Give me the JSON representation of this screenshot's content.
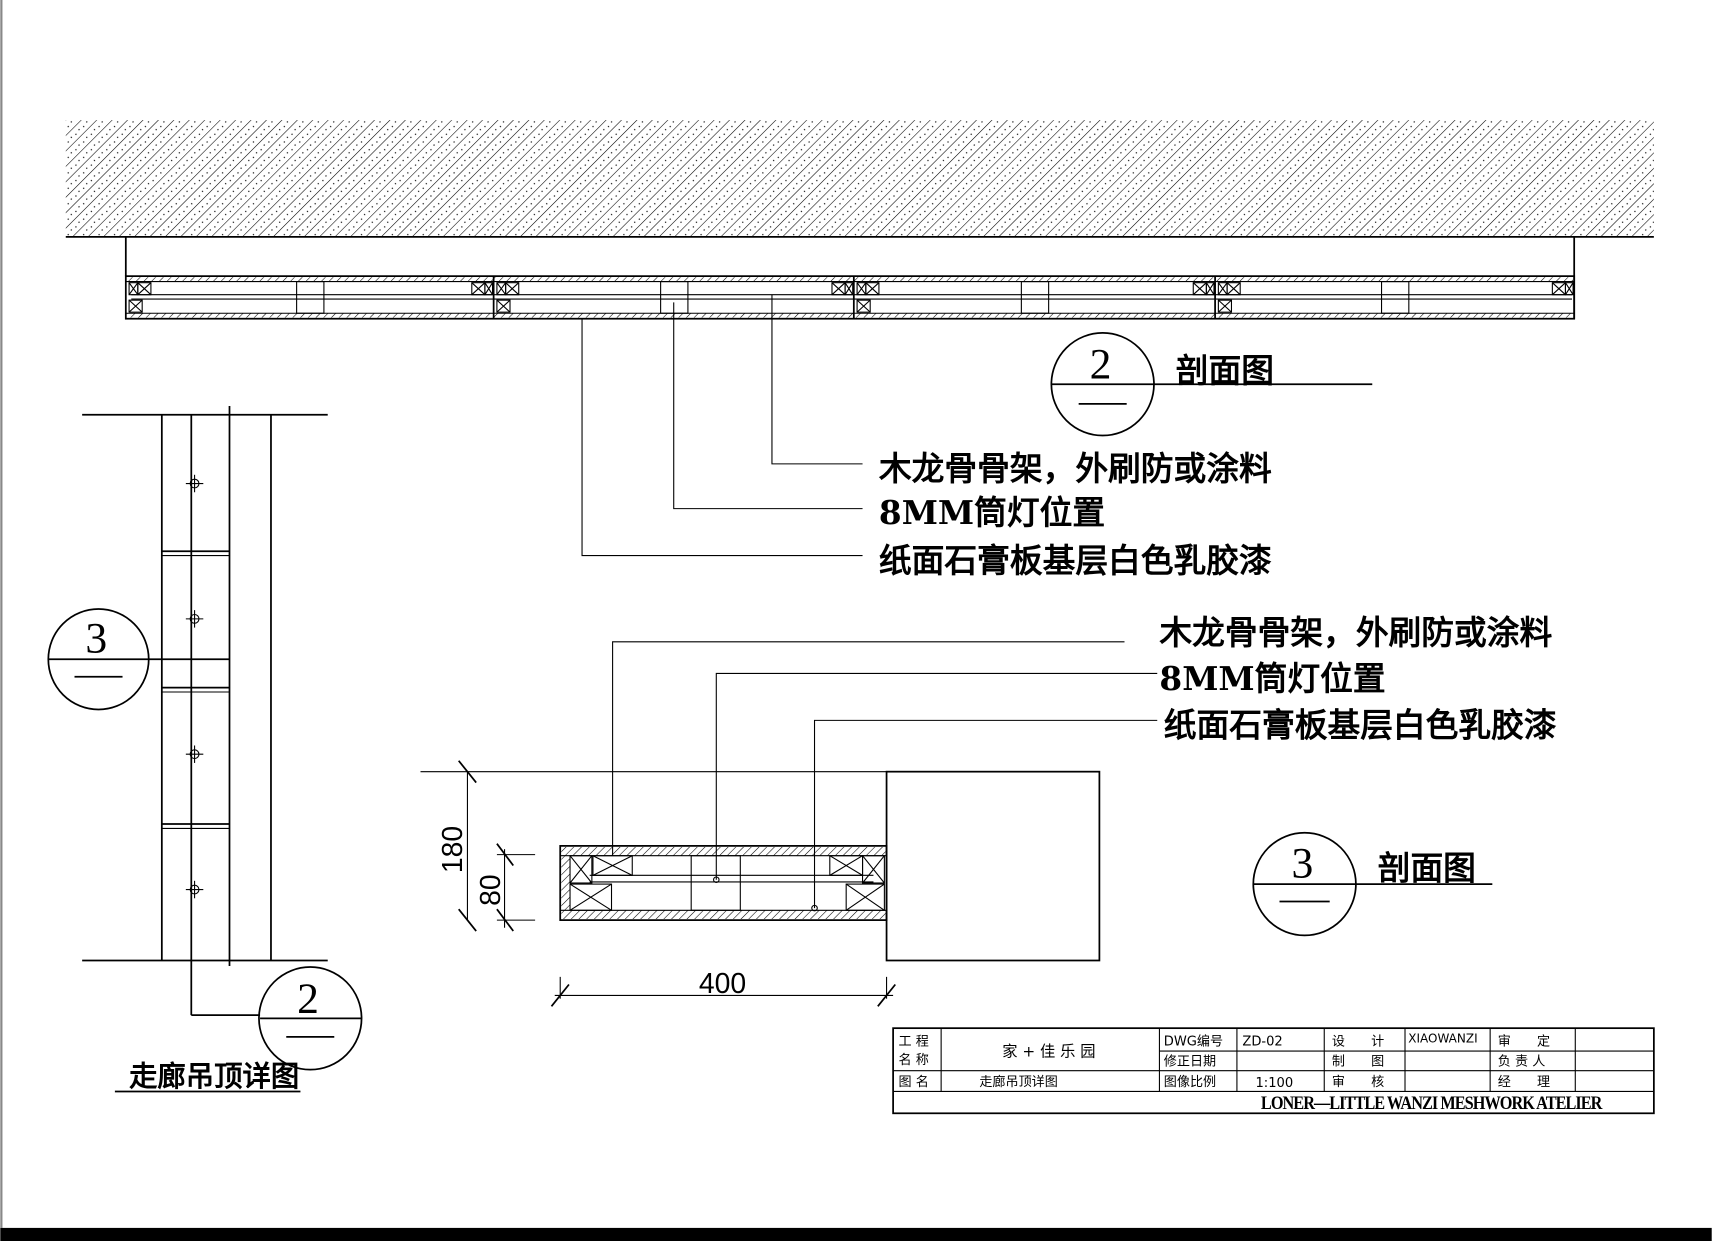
{
  "section2": {
    "callout_number": "2",
    "callout_title": "剖面图",
    "notes": [
      "木龙骨骨架，外刷防或涂料",
      "8MM筒灯位置",
      "纸面石膏板基层白色乳胶漆"
    ]
  },
  "section3": {
    "callout_number": "3",
    "callout_title": "剖面图",
    "notes": [
      "木龙骨骨架，外刷防或涂料",
      "8MM筒灯位置",
      "纸面石膏板基层白色乳胶漆"
    ],
    "dimensions": {
      "total_height": "180",
      "box_height": "80",
      "width": "400"
    }
  },
  "plan": {
    "callout_left": "3",
    "callout_bottom": "2",
    "title": "走廊吊顶详图"
  },
  "title_block": {
    "project_label": "工 程\n名 称",
    "project_label_1": "工 程",
    "project_label_2": "名 称",
    "project_name": "家 + 佳 乐 园",
    "drawing_label": "图 名",
    "drawing_name": "走廊吊顶详图",
    "dwg_no_label": "DWG编号",
    "dwg_no": "ZD-02",
    "rev_date_label": "修正日期",
    "rev_date": "",
    "scale_label": "图像比例",
    "scale": "1:100",
    "design_label": "设　　计",
    "designer": "XIAOWANZI",
    "draw_label": "制　　图",
    "review_label": "审　　核",
    "approve_label": "审　　定",
    "charge_label": "负 责 人",
    "manager_label": "经　　理",
    "brand": "LONER—LITTLE WANZI MESHWORK ATELIER"
  }
}
